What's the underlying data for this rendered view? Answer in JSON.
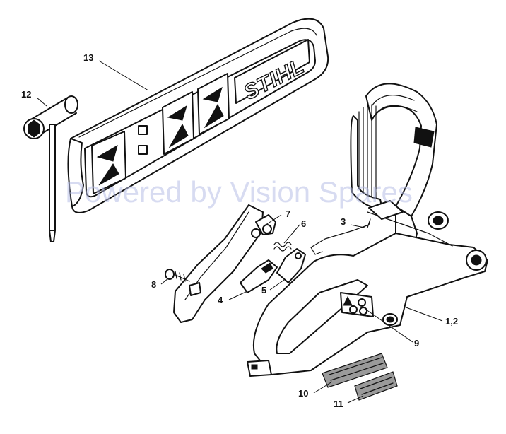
{
  "watermark": "Powered by Vision Spares",
  "logo_text": "STIHL",
  "callouts": {
    "c13": "13",
    "c12": "12",
    "c7": "7",
    "c6": "6",
    "c3": "3",
    "c8": "8",
    "c4": "4",
    "c5": "5",
    "c12b": "1,2",
    "c9": "9",
    "c10": "10",
    "c11": "11"
  },
  "colors": {
    "line": "#111111",
    "watermark": "#b8bfe6",
    "background": "#ffffff"
  }
}
